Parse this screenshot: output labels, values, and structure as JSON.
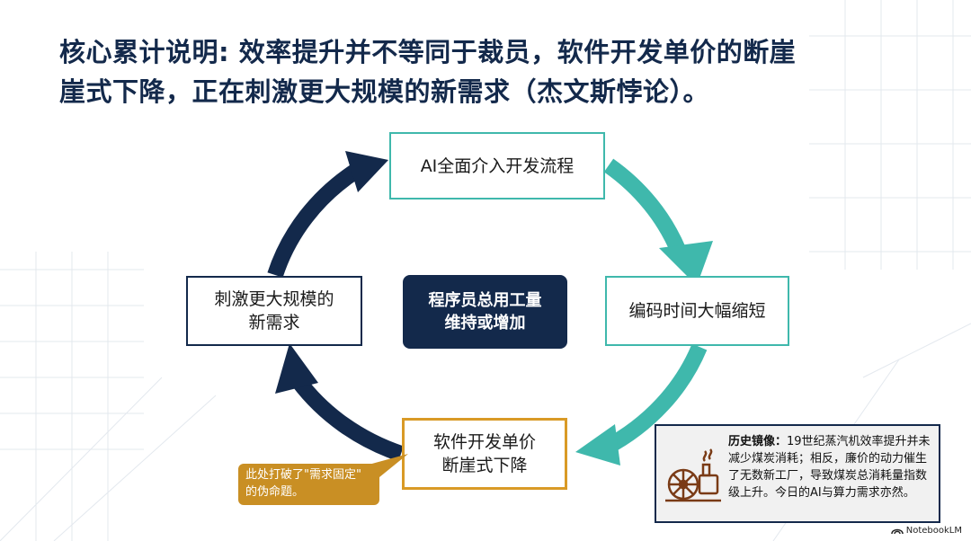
{
  "title": {
    "line1": "核心累计说明: 效率提升并不等同于裁员，软件开发单价的断崖",
    "line2": "崖式下降，正在刺激更大规模的新需求（杰文斯悖论）。"
  },
  "cycle": {
    "top": "AI全面介入开发流程",
    "right": "编码时间大幅缩短",
    "bottom_line1": "软件开发单价",
    "bottom_line2": "断崖式下降",
    "left_line1": "刺激更大规模的",
    "left_line2": "新需求",
    "center_line1": "程序员总用工量",
    "center_line2": "维持或增加"
  },
  "callout": {
    "line1": "此处打破了\"需求固定\"",
    "line2": "的伪命题。"
  },
  "history": {
    "label": "历史镜像：",
    "text": "19世纪蒸汽机效率提升并未减少煤炭消耗；相反，廉价的动力催生了无数新工厂，导致煤炭总消耗量指数级上升。今日的AI与算力需求亦然。"
  },
  "brand": {
    "name": "NotebookLM"
  },
  "colors": {
    "navy": "#13294b",
    "teal": "#3fb8ac",
    "gold": "#d99a26",
    "callout_bg": "#c98f24"
  },
  "icons": {
    "engine": "steam-engine-icon",
    "brand": "notebooklm-logo-icon"
  }
}
